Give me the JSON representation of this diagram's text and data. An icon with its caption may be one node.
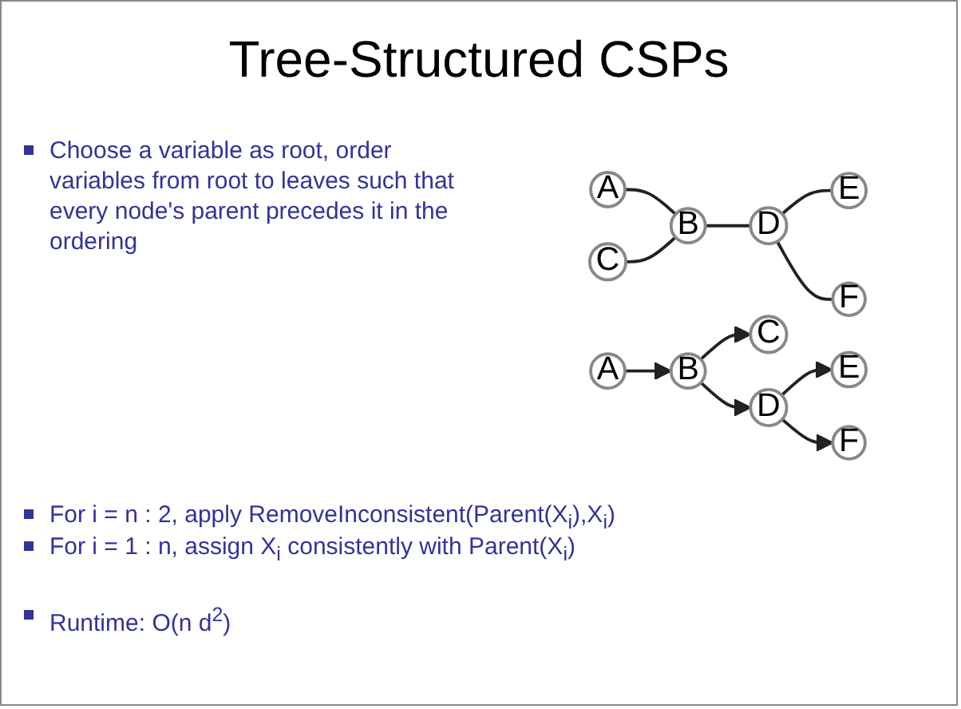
{
  "diagram": {
    "title": "Tree-Structured CSPs",
    "nodes": [
      {
        "text": [
          "A"
        ]
      },
      {
        "text": [
          "B"
        ]
      },
      {
        "text": [
          "C"
        ]
      },
      {
        "text": [
          "D"
        ]
      },
      {
        "text": [
          "E"
        ]
      },
      {
        "text": [
          "F"
        ]
      },
      {
        "text": [
          "A"
        ]
      },
      {
        "text": [
          "B"
        ]
      },
      {
        "text": [
          "C"
        ]
      },
      {
        "text": [
          "D"
        ]
      },
      {
        "text": [
          "E"
        ]
      },
      {
        "text": [
          "F"
        ]
      }
    ],
    "edges": [
      {
        "from": 0,
        "to": 1,
        "arrow": "none"
      },
      {
        "from": 2,
        "to": 1,
        "arrow": "none"
      },
      {
        "from": 1,
        "to": 3,
        "arrow": "none"
      },
      {
        "from": 3,
        "to": 4,
        "arrow": "none"
      },
      {
        "from": 3,
        "to": 5,
        "arrow": "none"
      },
      {
        "from": 6,
        "to": 7,
        "arrow": "to"
      },
      {
        "from": 7,
        "to": 8,
        "arrow": "to"
      },
      {
        "from": 7,
        "to": 9,
        "arrow": "to"
      },
      {
        "from": 9,
        "to": 10,
        "arrow": "to"
      },
      {
        "from": 9,
        "to": 11,
        "arrow": "to"
      }
    ],
    "labels": [
      "Choose a variable as root, order variables from root to leaves such that every node's parent precedes it in the ordering",
      "For i = n : 2, apply RemoveInconsistent(Parent(X$_{i}$),X$_{i}$)",
      "For i = 1 : n, assign X$_{i}$ consistently with Parent(X$_{i}$)",
      "Runtime: O(n d$^{2}$)"
    ]
  }
}
